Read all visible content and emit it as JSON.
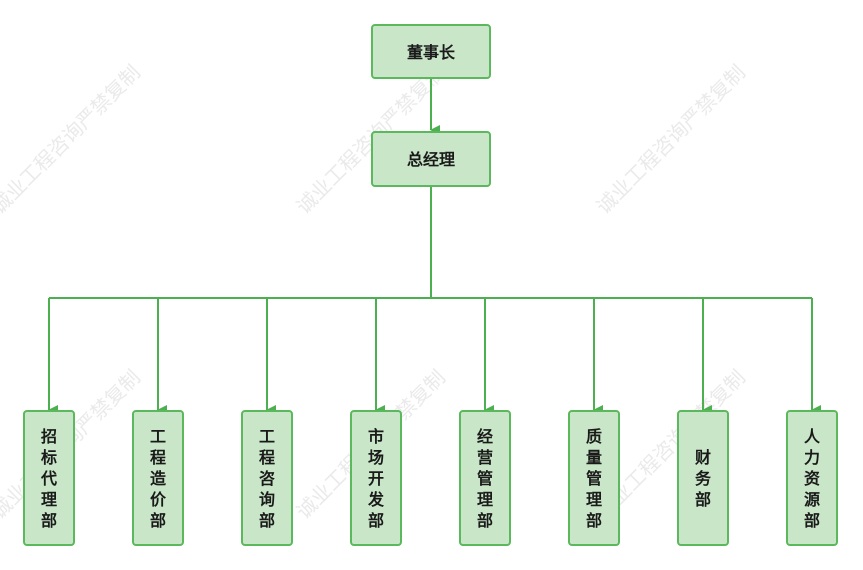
{
  "watermark": "诚业工程咨询严禁复制",
  "colors": {
    "node_fill": "#c9e7c8",
    "node_border": "#5cb85c",
    "connector": "#4caf50"
  },
  "nodes": {
    "chairman": "董事长",
    "general_manager": "总经理",
    "departments": [
      "招标代理部",
      "工程造价部",
      "工程咨询部",
      "市场开发部",
      "经营管理部",
      "质量管理部",
      "财务部",
      "人力资源部"
    ]
  }
}
